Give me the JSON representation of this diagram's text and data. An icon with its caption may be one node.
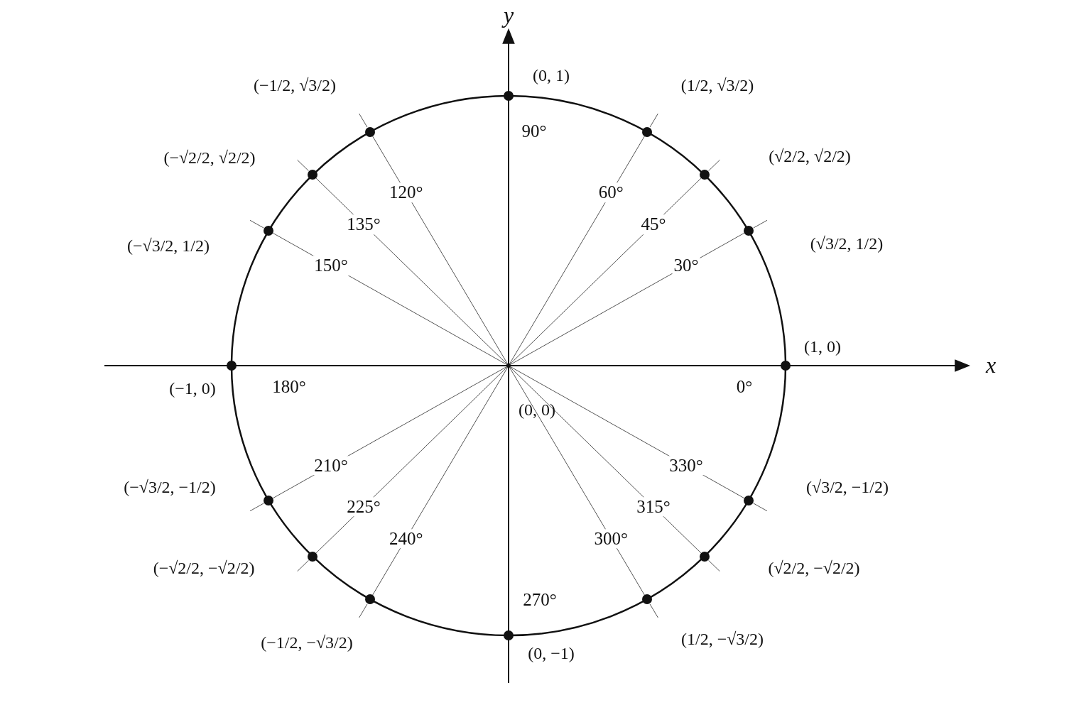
{
  "diagram": {
    "nodes": [
      {
        "text": [],
        "shape": "point",
        "beside": [
          "(0, 0)"
        ]
      },
      {
        "text": [],
        "shape": "circle",
        "beside": [
          "(1, 0)"
        ]
      },
      {
        "text": [],
        "shape": "circle",
        "beside": [
          "(√3/2, 1/2)"
        ]
      },
      {
        "text": [],
        "shape": "circle",
        "beside": [
          "(√2/2, √2/2)"
        ]
      },
      {
        "text": [],
        "shape": "circle",
        "beside": [
          "(1/2, √3/2)"
        ]
      },
      {
        "text": [],
        "shape": "circle",
        "beside": [
          "(0, 1)"
        ]
      },
      {
        "text": [],
        "shape": "circle",
        "beside": [
          "(−1/2, √3/2)"
        ]
      },
      {
        "text": [],
        "shape": "circle",
        "beside": [
          "(−√2/2, √2/2)"
        ]
      },
      {
        "text": [],
        "shape": "circle",
        "beside": [
          "(−√3/2, 1/2)"
        ]
      },
      {
        "text": [],
        "shape": "circle",
        "beside": [
          "(−1, 0)"
        ]
      },
      {
        "text": [],
        "shape": "circle",
        "beside": [
          "(−√3/2, −1/2)"
        ]
      },
      {
        "text": [],
        "shape": "circle",
        "beside": [
          "(−√2/2, −√2/2)"
        ]
      },
      {
        "text": [],
        "shape": "circle",
        "beside": [
          "(−1/2, −√3/2)"
        ]
      },
      {
        "text": [],
        "shape": "circle",
        "beside": [
          "(0, −1)"
        ]
      },
      {
        "text": [],
        "shape": "circle",
        "beside": [
          "(1/2, −√3/2)"
        ]
      },
      {
        "text": [],
        "shape": "circle",
        "beside": [
          "(√2/2, −√2/2)"
        ]
      },
      {
        "text": [],
        "shape": "circle",
        "beside": [
          "(√3/2, −1/2)"
        ]
      }
    ],
    "edges": [
      {
        "from": 0,
        "to": 2,
        "arrow": "none",
        "label": "30°"
      },
      {
        "from": 0,
        "to": 3,
        "arrow": "none",
        "label": "45°"
      },
      {
        "from": 0,
        "to": 4,
        "arrow": "none",
        "label": "60°"
      },
      {
        "from": 0,
        "to": 6,
        "arrow": "none",
        "label": "120°"
      },
      {
        "from": 0,
        "to": 7,
        "arrow": "none",
        "label": "135°"
      },
      {
        "from": 0,
        "to": 8,
        "arrow": "none",
        "label": "150°"
      },
      {
        "from": 0,
        "to": 10,
        "arrow": "none",
        "label": "210°"
      },
      {
        "from": 0,
        "to": 11,
        "arrow": "none",
        "label": "225°"
      },
      {
        "from": 0,
        "to": 12,
        "arrow": "none",
        "label": "240°"
      },
      {
        "from": 0,
        "to": 14,
        "arrow": "none",
        "label": "300°"
      },
      {
        "from": 0,
        "to": 15,
        "arrow": "none",
        "label": "315°"
      },
      {
        "from": 0,
        "to": 16,
        "arrow": "none",
        "label": "330°"
      }
    ],
    "labels": [
      "y",
      "90°",
      "180°",
      "0°",
      "x",
      "270°"
    ]
  }
}
